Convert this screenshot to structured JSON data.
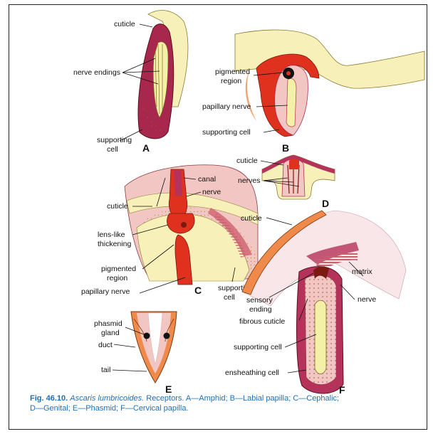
{
  "panels": {
    "A": {
      "letter": "A",
      "labels": {
        "cuticle": "cuticle",
        "nerve_endings": "nerve endings",
        "supporting_cell_1": "supporting",
        "supporting_cell_2": "cell"
      }
    },
    "B": {
      "letter": "B",
      "labels": {
        "pigmented_1": "pigmented",
        "pigmented_2": "region",
        "papillary_nerve": "papillary nerve",
        "supporting_cell": "supporting cell"
      }
    },
    "C": {
      "letter": "C",
      "labels": {
        "canal": "canal",
        "nerve": "nerve",
        "cuticle": "cuticle",
        "lens_1": "lens-like",
        "lens_2": "thickening",
        "pigmented_1": "pigmented",
        "pigmented_2": "region",
        "papillary_nerve": "papillary nerve",
        "supporting_1": "supporting",
        "supporting_2": "cell"
      }
    },
    "D": {
      "letter": "D",
      "labels": {
        "cuticle": "cuticle",
        "nerves": "nerves"
      }
    },
    "E": {
      "letter": "E",
      "labels": {
        "phasmid_1": "phasmid",
        "phasmid_2": "gland",
        "duct": "duct",
        "tail": "tail"
      }
    },
    "F": {
      "letter": "F",
      "labels": {
        "cuticle": "cuticle",
        "matrix": "matrix",
        "nerve": "nerve",
        "sensory_1": "sensory",
        "sensory_2": "ending",
        "fibrous_cuticle": "fibrous cuticle",
        "supporting_cell": "supporting cell",
        "ensheathing_cell": "ensheathing cell"
      }
    }
  },
  "caption": {
    "fig": "Fig. 46.10.",
    "species": "Ascaris lumbricoides.",
    "text_line1": "Receptors.  A—Amphid;  B—Labial  papilla;  C—Cephalic;",
    "text_line2": "D—Genital;  E—Phasmid;  F—Cervical papilla."
  },
  "colors": {
    "tissue_pink": "#f2c6c2",
    "tissue_dark": "#b5325a",
    "cuticle_cream": "#f7f0b8",
    "red": "#e0301e",
    "orange": "#f08a4b",
    "nerve_yellow": "#f5f0a8",
    "caption_blue": "#1f6fb5"
  }
}
